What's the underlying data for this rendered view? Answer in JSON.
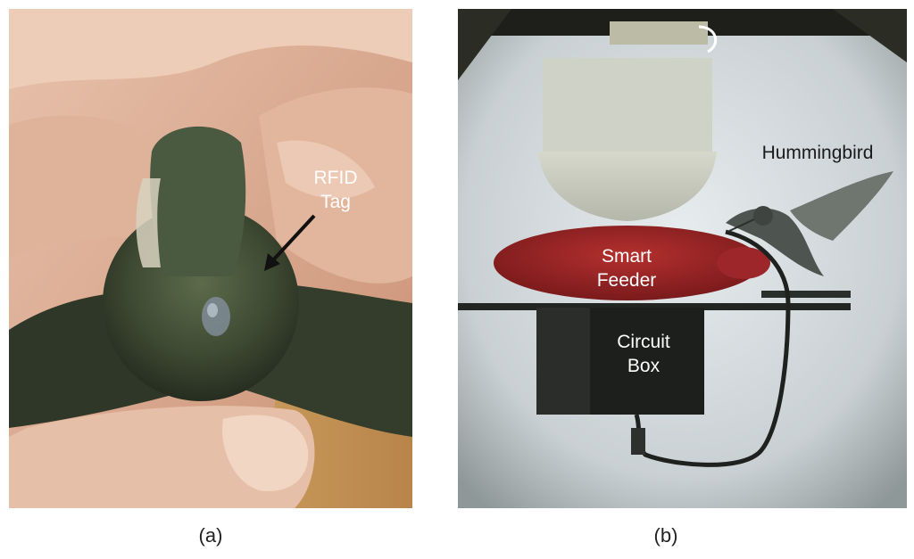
{
  "figure": {
    "panel_a": {
      "caption": "(a)",
      "annotation": [
        "RFID",
        "Tag"
      ]
    },
    "panel_b": {
      "caption": "(b)",
      "annotations": {
        "hummingbird": "Hummingbird",
        "smart_feeder": [
          "Smart",
          "Feeder"
        ],
        "circuit_box": [
          "Circuit",
          "Box"
        ]
      }
    }
  }
}
